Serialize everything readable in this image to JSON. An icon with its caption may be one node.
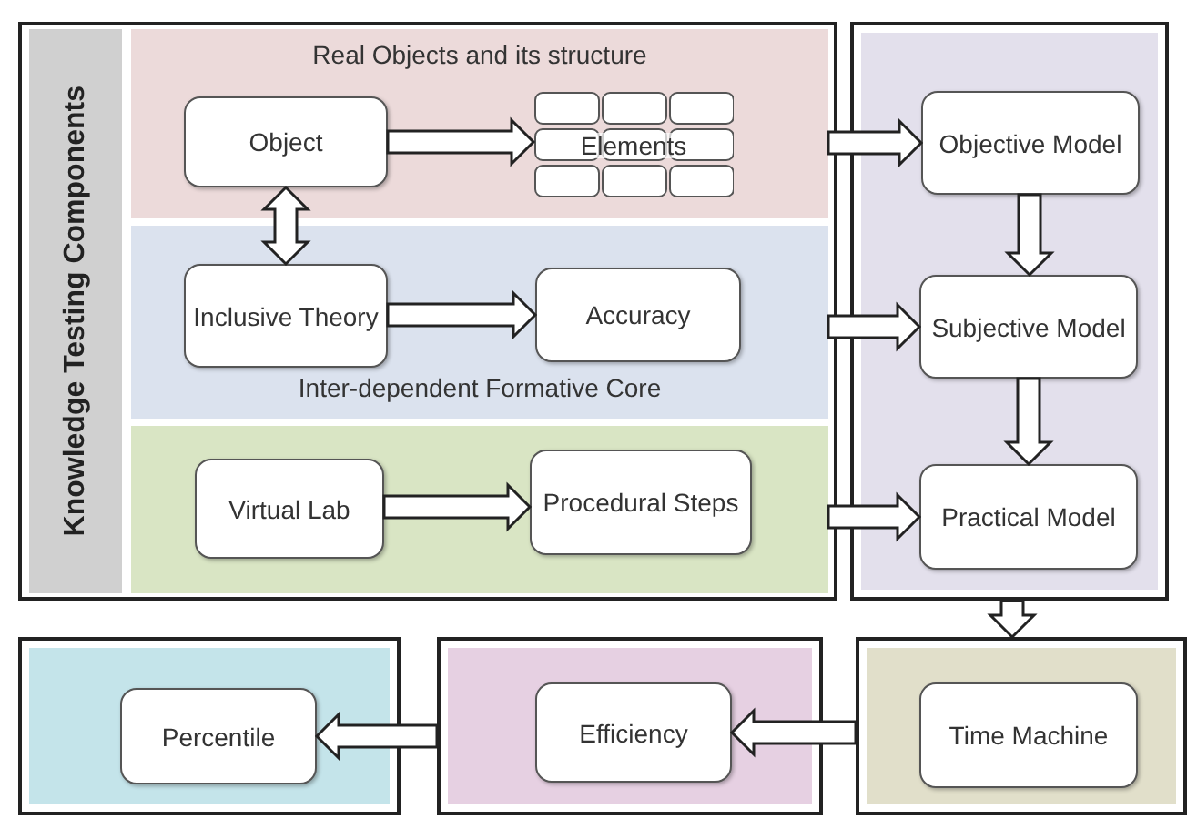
{
  "diagram": {
    "nodes": [
      {
        "text": [
          "Knowledge Testing Components"
        ]
      },
      {
        "text": [
          "Real Objects and its structure"
        ],
        "in": 0
      },
      {
        "text": [
          "Object"
        ],
        "in": 1
      },
      {
        "text": [
          "Elements"
        ],
        "in": 1
      },
      {
        "text": [
          "Inter-dependent Formative Core"
        ],
        "in": 0
      },
      {
        "text": [
          "Inclusive Theory"
        ],
        "in": 4
      },
      {
        "text": [
          "Accuracy"
        ],
        "in": 4
      },
      {
        "text": [],
        "shape": "box",
        "in": 0
      },
      {
        "text": [
          "Virtual Lab"
        ],
        "in": 7
      },
      {
        "text": [
          "Procedural Steps"
        ],
        "in": 7
      },
      {
        "text": [],
        "shape": "box"
      },
      {
        "text": [
          "Objective Model"
        ],
        "in": 10
      },
      {
        "text": [
          "Subjective Model"
        ],
        "in": 10
      },
      {
        "text": [
          "Practical Model"
        ],
        "in": 10
      },
      {
        "text": [],
        "shape": "box"
      },
      {
        "text": [
          "Time Machine"
        ],
        "in": 14
      },
      {
        "text": [],
        "shape": "box"
      },
      {
        "text": [
          "Efficiency"
        ],
        "in": 16
      },
      {
        "text": [],
        "shape": "box"
      },
      {
        "text": [
          "Percentile"
        ],
        "in": 18
      }
    ],
    "edges": [
      {
        "from": 2,
        "to": 3,
        "arrow": "to"
      },
      {
        "from": 2,
        "to": 5,
        "arrow": "both"
      },
      {
        "from": 5,
        "to": 6,
        "arrow": "to"
      },
      {
        "from": 8,
        "to": 9,
        "arrow": "to"
      },
      {
        "from": 1,
        "to": 11,
        "arrow": "to"
      },
      {
        "from": 4,
        "to": 12,
        "arrow": "to"
      },
      {
        "from": 7,
        "to": 13,
        "arrow": "to"
      },
      {
        "from": 11,
        "to": 12,
        "arrow": "to"
      },
      {
        "from": 12,
        "to": 13,
        "arrow": "to"
      },
      {
        "from": 10,
        "to": 14,
        "arrow": "to"
      },
      {
        "from": 14,
        "to": 17,
        "arrow": "to"
      },
      {
        "from": 16,
        "to": 19,
        "arrow": "to"
      }
    ]
  }
}
